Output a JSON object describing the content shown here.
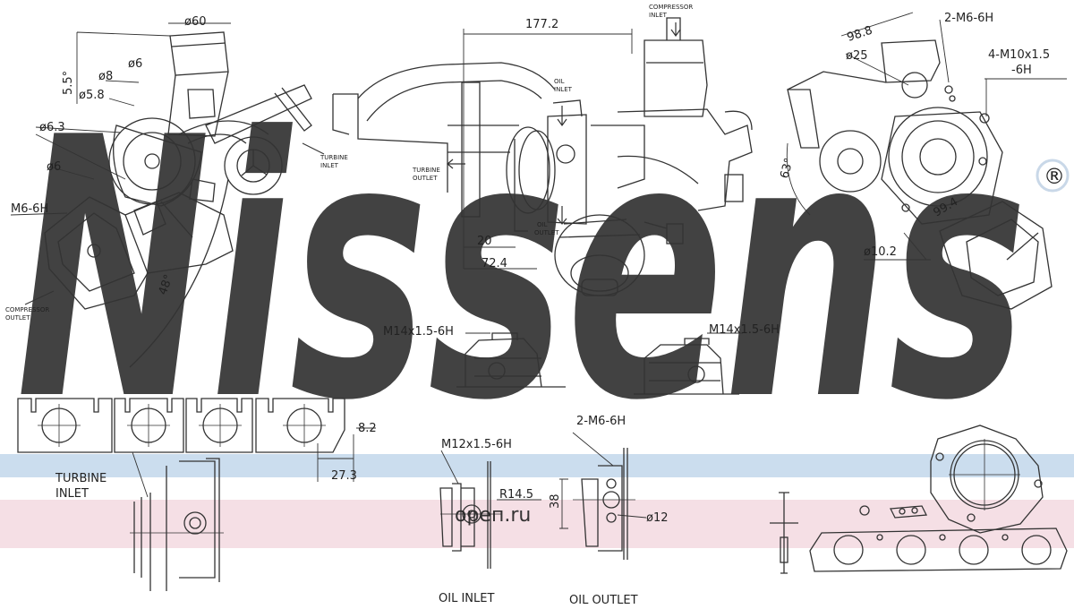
{
  "brand": {
    "logo_text": "Nissens",
    "registered_mark": "®",
    "watermark_text": "ореп.ru"
  },
  "colors": {
    "logo_blue": "#c9d8e8",
    "band_blue": "#b9d1e8",
    "band_pink": "#f3d7de",
    "line": "#333333"
  },
  "left_view": {
    "dims": [
      "ø60",
      "5.5°",
      "ø8",
      "ø6",
      "ø5.8",
      "ø6.3",
      "ø6",
      "M6-6H",
      "48°"
    ],
    "compressor_outlet": [
      "COMPRESSOR",
      "OUTLET"
    ],
    "turbine_inlet": [
      "TURBINE",
      "INLET"
    ]
  },
  "center_view": {
    "dims": [
      "177.2",
      "20",
      "72.4"
    ],
    "compressor_inlet": [
      "COMPRESSOR",
      "INLET"
    ],
    "oil_inlet": [
      "OIL",
      "INLET"
    ],
    "oil_outlet": [
      "OIL",
      "OUTLET"
    ],
    "turbine_outlet": [
      "TURBINE",
      "OUTLET"
    ]
  },
  "right_view": {
    "dims": [
      "2-M6-6H",
      "98.8",
      "ø25",
      "4-M10x1.5",
      "-6H",
      "63°",
      "99.4",
      "ø10.2"
    ]
  },
  "fittings": {
    "left": "M14x1.5-6H",
    "right": "M14x1.5-6H"
  },
  "bottom": {
    "flange_dims": [
      "8.2",
      "27.3"
    ],
    "turbine_inlet": [
      "TURBINE",
      "INLET"
    ],
    "oil_inlet_thread": "M12x1.5-6H",
    "r_dim": "R14.5",
    "v_dim": "38",
    "oil_outlet_thread": "2-M6-6H",
    "oil_outlet_dia": "ø12",
    "oil_inlet_label": "OIL  INLET",
    "oil_outlet_label": "OIL  OUTLET"
  }
}
